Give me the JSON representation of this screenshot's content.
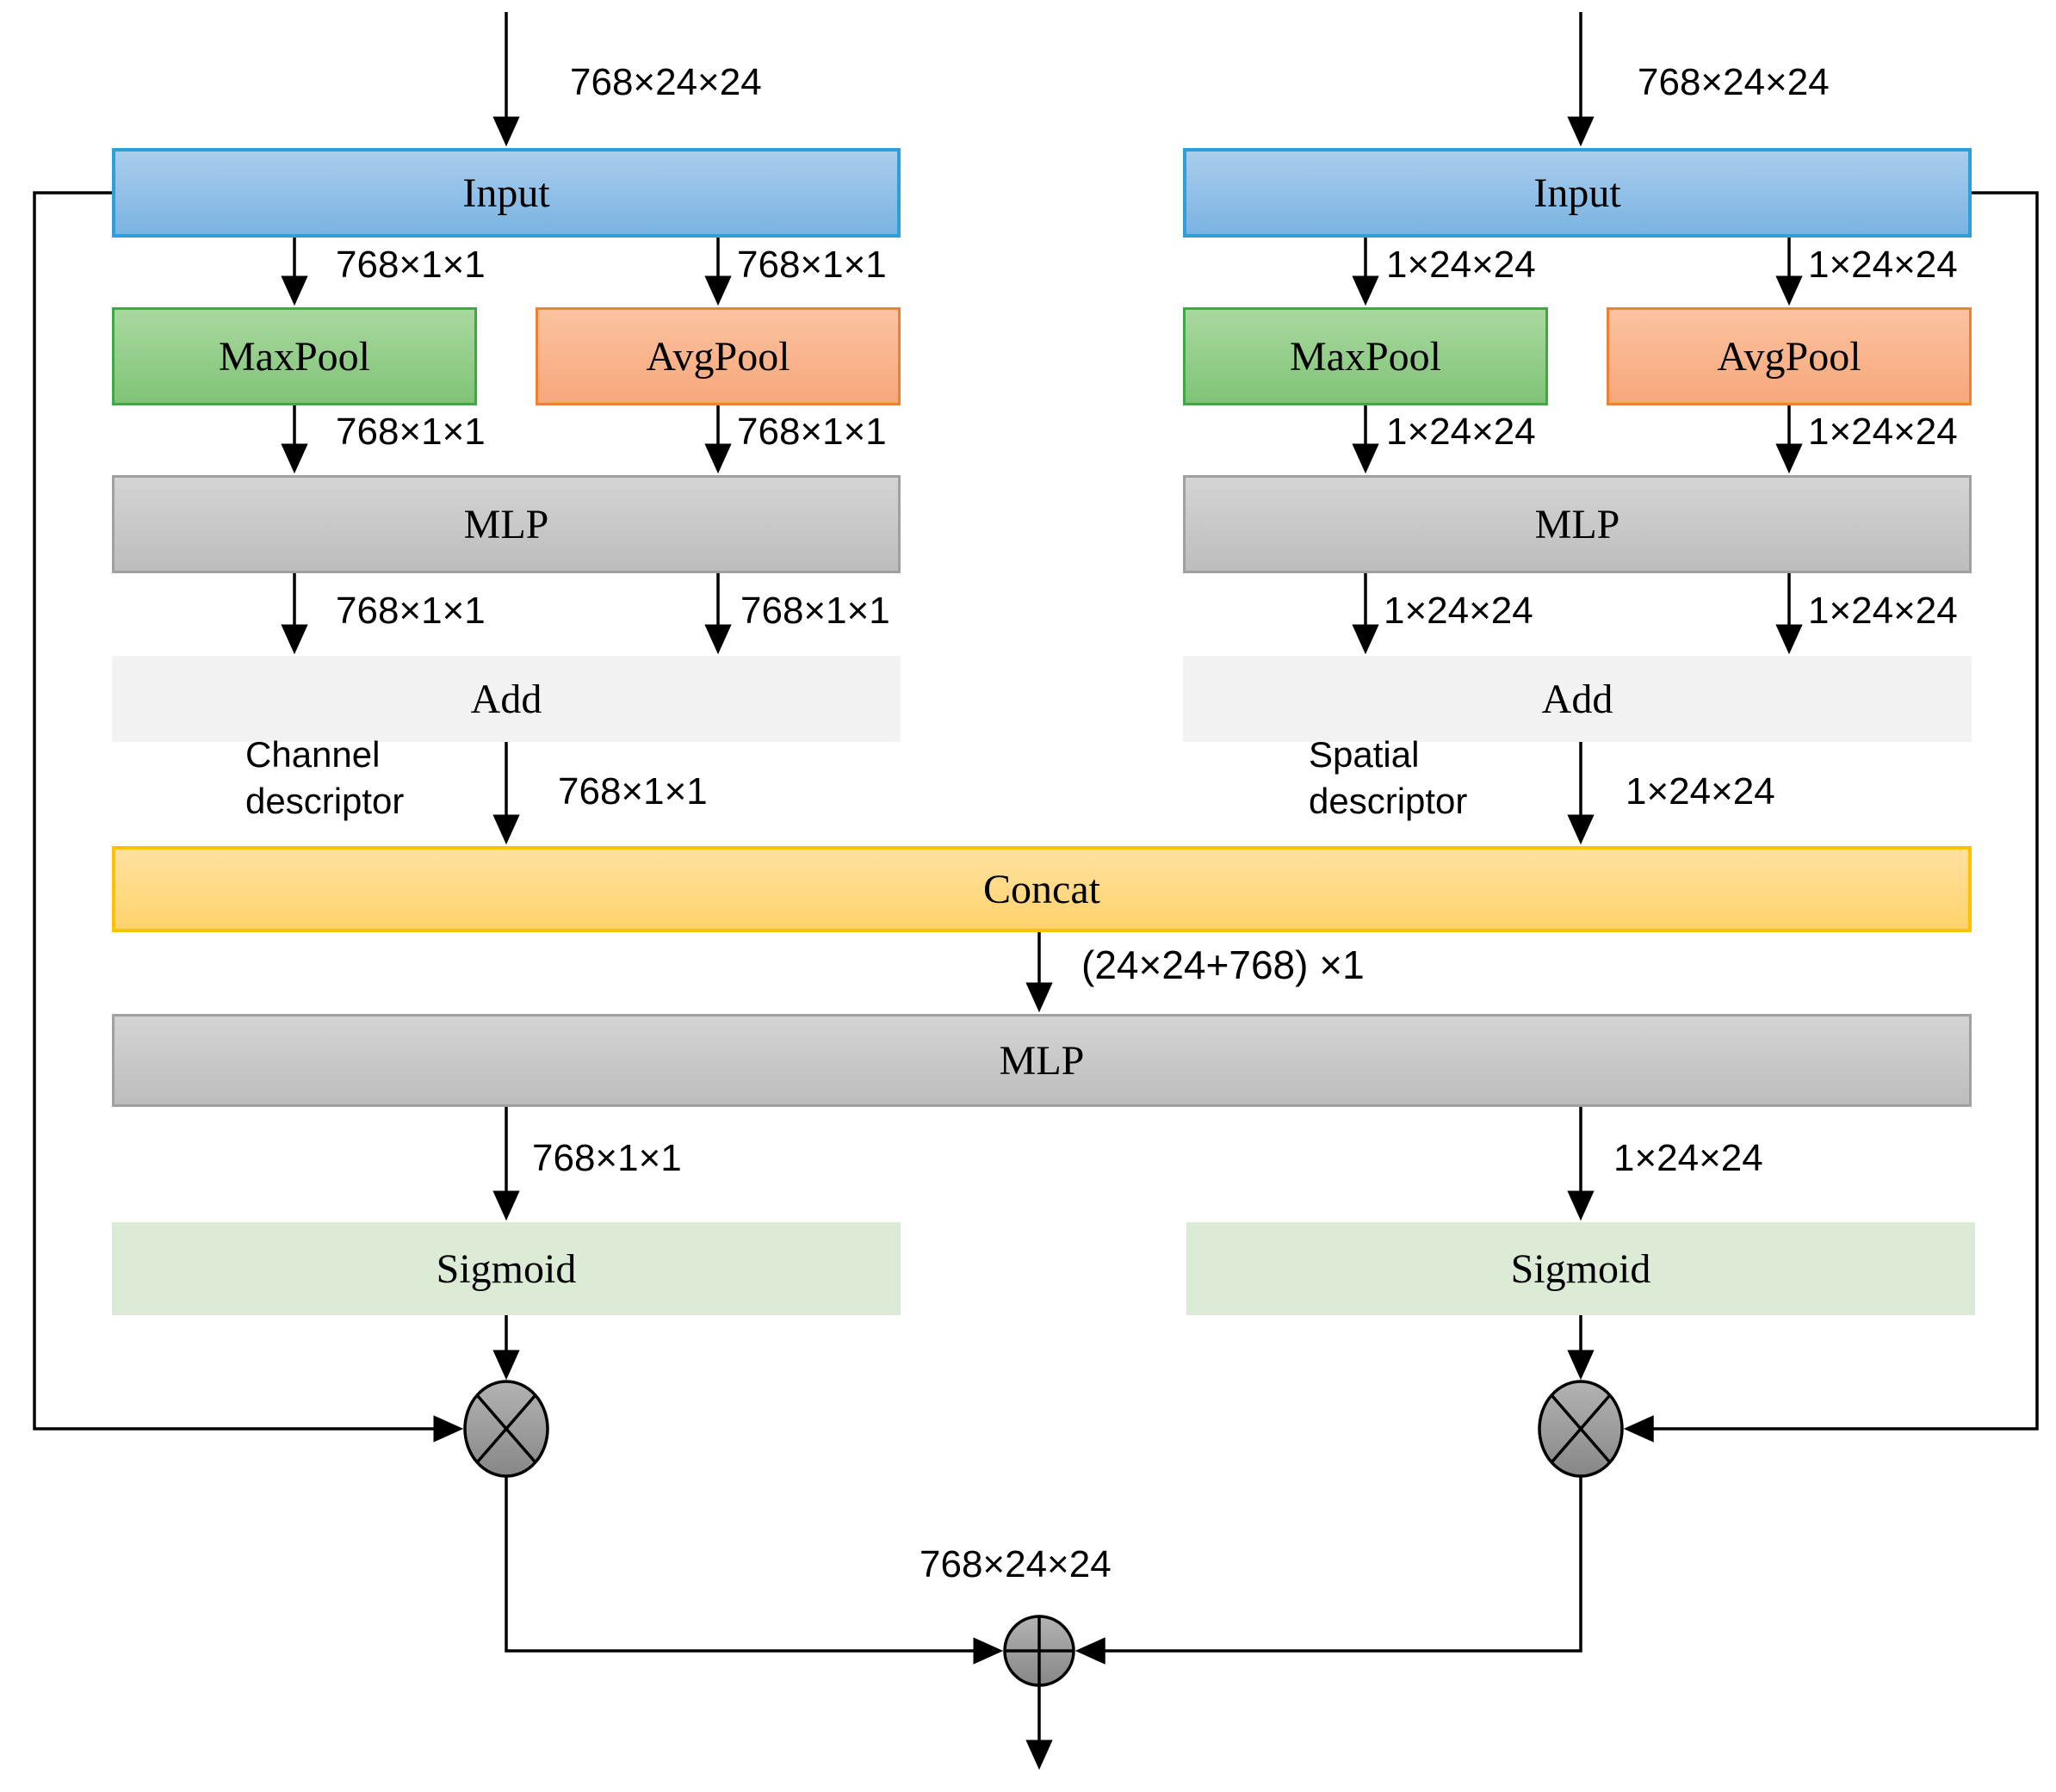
{
  "nodes": {
    "input_left": "Input",
    "input_right": "Input",
    "maxpool_left": "MaxPool",
    "avgpool_left": "AvgPool",
    "maxpool_right": "MaxPool",
    "avgpool_right": "AvgPool",
    "mlp_left": "MLP",
    "mlp_right": "MLP",
    "add_left": "Add",
    "add_right": "Add",
    "concat": "Concat",
    "mlp_shared": "MLP",
    "sigmoid_left": "Sigmoid",
    "sigmoid_right": "Sigmoid"
  },
  "dims": {
    "input_left": "768×24×24",
    "input_right": "768×24×24",
    "in_max_left": "768×1×1",
    "in_avg_left": "768×1×1",
    "in_max_right": "1×24×24",
    "in_avg_right": "1×24×24",
    "max_mlp_left": "768×1×1",
    "avg_mlp_left": "768×1×1",
    "max_mlp_right": "1×24×24",
    "avg_mlp_right": "1×24×24",
    "mlp_add_left_a": "768×1×1",
    "mlp_add_left_b": "768×1×1",
    "mlp_add_right_a": "1×24×24",
    "mlp_add_right_b": "1×24×24",
    "add_concat_left": "768×1×1",
    "add_concat_right": "1×24×24",
    "concat_mlp": "(24×24+768) ×1",
    "mlp_sigmoid_left": "768×1×1",
    "mlp_sigmoid_right": "1×24×24",
    "output": "768×24×24"
  },
  "annotations": {
    "channel_line1": "Channel",
    "channel_line2": "descriptor",
    "spatial_line1": "Spatial",
    "spatial_line2": "descriptor"
  },
  "operators": {
    "multiply_left": "elementwise-multiply",
    "multiply_right": "elementwise-multiply",
    "add_join": "elementwise-add"
  },
  "colors": {
    "input_fill_top": "#A9CDEC",
    "input_fill_bottom": "#7AB3E2",
    "input_border": "#2E9FD9",
    "maxpool_fill_top": "#AAD8A0",
    "maxpool_fill_bottom": "#7FC476",
    "maxpool_border": "#3FA845",
    "avgpool_fill_top": "#FBC29F",
    "avgpool_fill_bottom": "#F7A77B",
    "avgpool_border": "#F07F33",
    "mlp_fill_top": "#D4D4D4",
    "mlp_fill_bottom": "#BDBDBD",
    "mlp_border": "#A0A0A0",
    "add_fill": "#F2F2F2",
    "concat_fill_top": "#FFE1A0",
    "concat_fill_bottom": "#FFD26B",
    "concat_border": "#FFC000",
    "sigmoid_fill": "#DCEBD5",
    "node_fill_top": "#B3B3B3",
    "node_fill_bottom": "#878787",
    "line": "#000000"
  }
}
